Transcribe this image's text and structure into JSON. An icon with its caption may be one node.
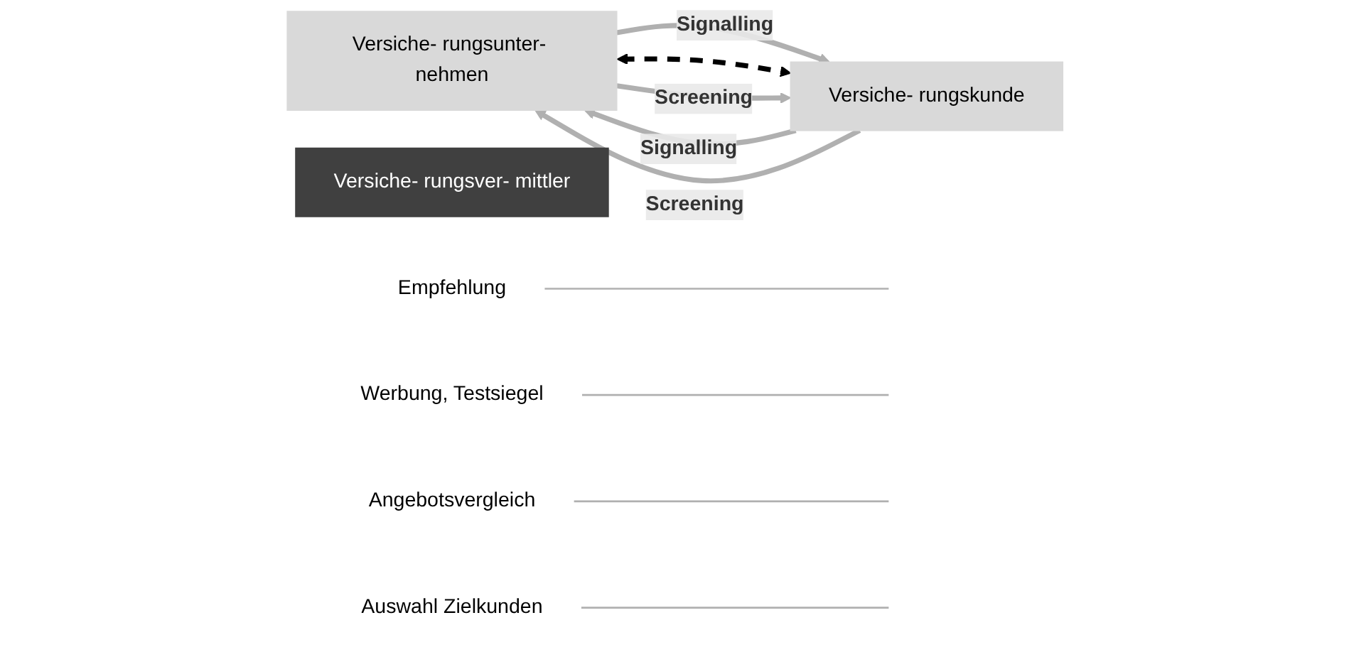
{
  "diagram": {
    "nodes": [
      {
        "text": [
          "Versiche- rungsunter- nehmen"
        ]
      },
      {
        "text": [
          "Versiche- rungsver- mittler"
        ]
      },
      {
        "text": [
          "Versiche- rungskunde"
        ]
      },
      {
        "text": [
          "Empfehlung"
        ]
      },
      {
        "text": [
          "Werbung, Testsiegel"
        ]
      },
      {
        "text": [
          "Angebotsvergleich"
        ]
      },
      {
        "text": [
          "Auswahl Zielkunden"
        ]
      }
    ],
    "edges": [
      {
        "from": 2,
        "to": 0,
        "arrow": "to",
        "label": "Signalling"
      },
      {
        "from": 0,
        "to": 2,
        "arrow": "to",
        "label": "Signalling"
      },
      {
        "from": 0,
        "to": 2,
        "arrow": "both",
        "style": "dashed",
        "color": "#000000"
      },
      {
        "from": 2,
        "to": 0,
        "arrow": "to",
        "label": "Screening"
      },
      {
        "from": 0,
        "to": 2,
        "arrow": "to",
        "label": "Screening"
      },
      {
        "from": 3,
        "to": null,
        "arrow": "none"
      },
      {
        "from": 4,
        "to": null,
        "arrow": "none"
      },
      {
        "from": 5,
        "to": null,
        "arrow": "none"
      },
      {
        "from": 6,
        "to": null,
        "arrow": "none"
      }
    ]
  }
}
